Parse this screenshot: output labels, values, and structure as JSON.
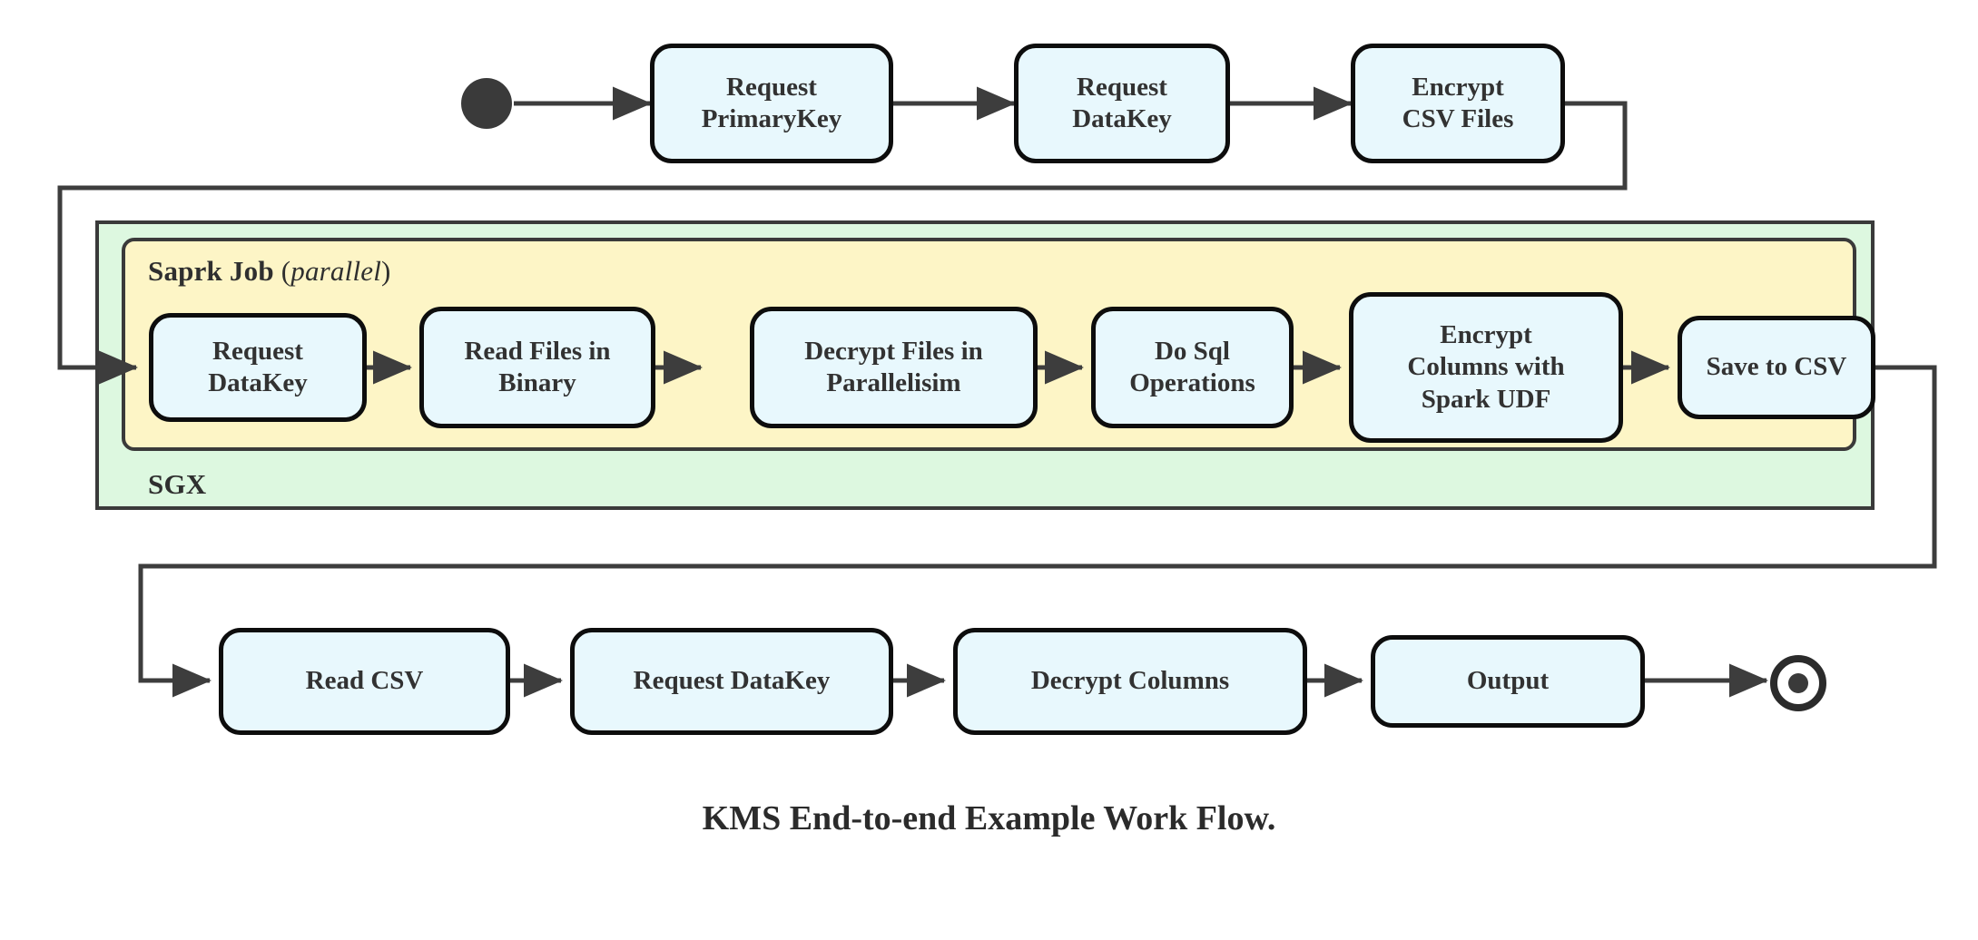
{
  "diagram": {
    "caption": "KMS End-to-end Example Work Flow.",
    "colors": {
      "node_fill": "#e8f8fd",
      "node_stroke": "#0d0d0d",
      "sgx_fill": "#ddf8e0",
      "spark_fill": "#fdf5c6",
      "container_stroke": "#3a3a3a",
      "edge_stroke": "#3d3d3d",
      "text": "#323232"
    },
    "containers": [
      {
        "id": "sgx",
        "label": "SGX",
        "label_suffix": ""
      },
      {
        "id": "spark-job",
        "label": "Saprk Job",
        "label_suffix": "(parallel)",
        "label_suffix_italic": "parallel"
      }
    ],
    "markers": {
      "start": "start-state-dot",
      "end": "end-state-bullseye"
    },
    "rows": {
      "top": {
        "nodes": [
          {
            "id": "request-primarykey",
            "lines": [
              "Request",
              "PrimaryKey"
            ]
          },
          {
            "id": "request-datakey-top",
            "lines": [
              "Request",
              "DataKey"
            ]
          },
          {
            "id": "encrypt-csv-files",
            "lines": [
              "Encrypt",
              "CSV Files"
            ]
          }
        ]
      },
      "spark": {
        "nodes": [
          {
            "id": "request-datakey-spark",
            "lines": [
              "Request",
              "DataKey"
            ]
          },
          {
            "id": "read-files-in-binary",
            "lines": [
              "Read Files in",
              "Binary"
            ]
          },
          {
            "id": "decrypt-files-in-parallelisim",
            "lines": [
              "Decrypt Files in",
              "Parallelisim"
            ]
          },
          {
            "id": "do-sql-operations",
            "lines": [
              "Do Sql",
              "Operations"
            ]
          },
          {
            "id": "encrypt-columns-with-spark-udf",
            "lines": [
              "Encrypt",
              "Columns with",
              "Spark UDF"
            ]
          },
          {
            "id": "save-to-csv",
            "lines": [
              "Save to CSV"
            ]
          }
        ]
      },
      "bottom": {
        "nodes": [
          {
            "id": "read-csv",
            "lines": [
              "Read CSV"
            ]
          },
          {
            "id": "request-datakey-bottom",
            "lines": [
              "Request DataKey"
            ]
          },
          {
            "id": "decrypt-columns",
            "lines": [
              "Decrypt Columns"
            ]
          },
          {
            "id": "output",
            "lines": [
              "Output"
            ]
          }
        ]
      }
    },
    "edges": [
      {
        "id": "start-to-request-primarykey",
        "from": "start",
        "to": "request-primarykey"
      },
      {
        "id": "request-primarykey-to-request-datakey",
        "from": "request-primarykey",
        "to": "request-datakey-top"
      },
      {
        "id": "request-datakey-to-encrypt-csv-files",
        "from": "request-datakey-top",
        "to": "encrypt-csv-files"
      },
      {
        "id": "encrypt-csv-files-to-spark-request-datakey",
        "from": "encrypt-csv-files",
        "to": "request-datakey-spark"
      },
      {
        "id": "spark-request-datakey-to-read-files",
        "from": "request-datakey-spark",
        "to": "read-files-in-binary"
      },
      {
        "id": "read-files-to-decrypt-files",
        "from": "read-files-in-binary",
        "to": "decrypt-files-in-parallelisim"
      },
      {
        "id": "decrypt-files-to-do-sql",
        "from": "decrypt-files-in-parallelisim",
        "to": "do-sql-operations"
      },
      {
        "id": "do-sql-to-encrypt-columns",
        "from": "do-sql-operations",
        "to": "encrypt-columns-with-spark-udf"
      },
      {
        "id": "encrypt-columns-to-save-to-csv",
        "from": "encrypt-columns-with-spark-udf",
        "to": "save-to-csv"
      },
      {
        "id": "save-to-csv-to-read-csv",
        "from": "save-to-csv",
        "to": "read-csv"
      },
      {
        "id": "read-csv-to-request-datakey",
        "from": "read-csv",
        "to": "request-datakey-bottom"
      },
      {
        "id": "request-datakey-to-decrypt-columns",
        "from": "request-datakey-bottom",
        "to": "decrypt-columns"
      },
      {
        "id": "decrypt-columns-to-output",
        "from": "decrypt-columns",
        "to": "output"
      },
      {
        "id": "output-to-end",
        "from": "output",
        "to": "end"
      }
    ]
  }
}
